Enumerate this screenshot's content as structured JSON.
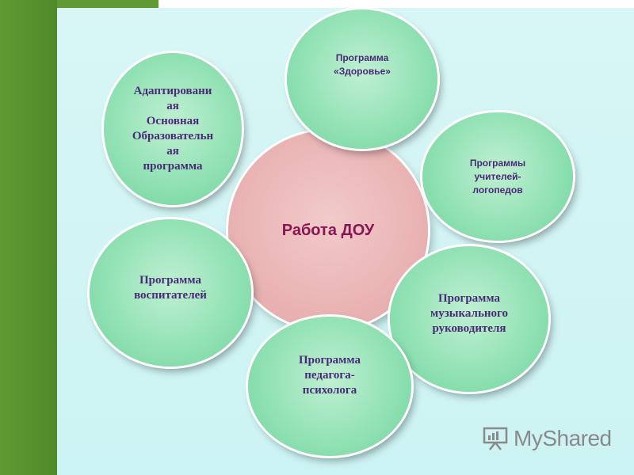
{
  "center": {
    "label": "Работа ДОУ"
  },
  "nodes": {
    "adapted_program": "Адаптировани\nая\nОсновная\nОбразовательн\nая\nпрограмма",
    "health_program": "Программа\n«Здоровье»",
    "speech_therapist_program": "Программы\nучителей-\nлогопедов",
    "music_director_program": "Программа\nмузыкального\nруководителя",
    "psychologist_program": "Программа\nпедагога-\nпсихолога",
    "educators_program": "Программа\nвоспитателей"
  },
  "watermark": {
    "text": "MyShared"
  },
  "colors": {
    "bubble": "#93e2b5",
    "center": "#e8b0b0",
    "text": "#4a2a78",
    "center_text": "#8b1554",
    "background": "#ccf3f3",
    "side_bar": "#5f9a33"
  }
}
